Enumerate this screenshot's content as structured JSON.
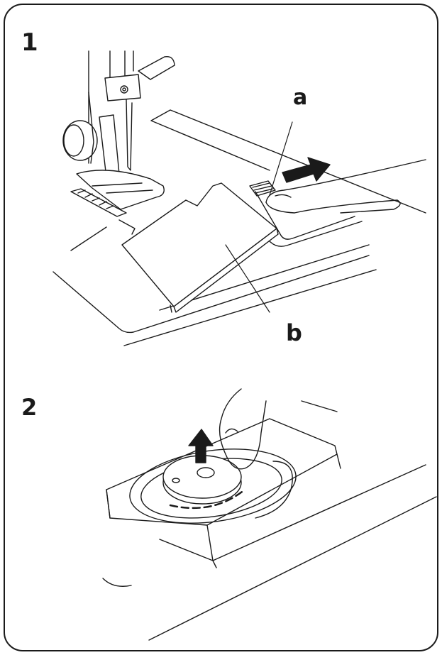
{
  "steps": {
    "step1_label": "1",
    "step2_label": "2"
  },
  "callouts": {
    "a": "a",
    "b": "b"
  }
}
